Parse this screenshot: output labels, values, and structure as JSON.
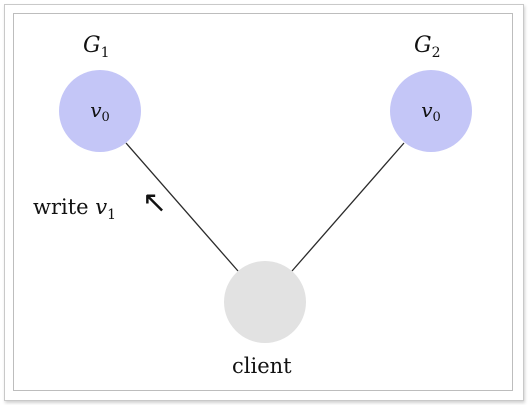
{
  "groups": [
    {
      "name_base": "G",
      "name_sub": "1",
      "node_base": "v",
      "node_sub": "0",
      "fill": "#c4c6f7"
    },
    {
      "name_base": "G",
      "name_sub": "2",
      "node_base": "v",
      "node_sub": "0",
      "fill": "#c4c6f7"
    }
  ],
  "client": {
    "label": "client",
    "fill": "#e2e2e2"
  },
  "operation": {
    "verb": "write",
    "value_base": "v",
    "value_sub": "1",
    "arrow": "↖"
  },
  "colors": {
    "edge": "#2a2a2a",
    "frame": "#bdbdbd"
  }
}
